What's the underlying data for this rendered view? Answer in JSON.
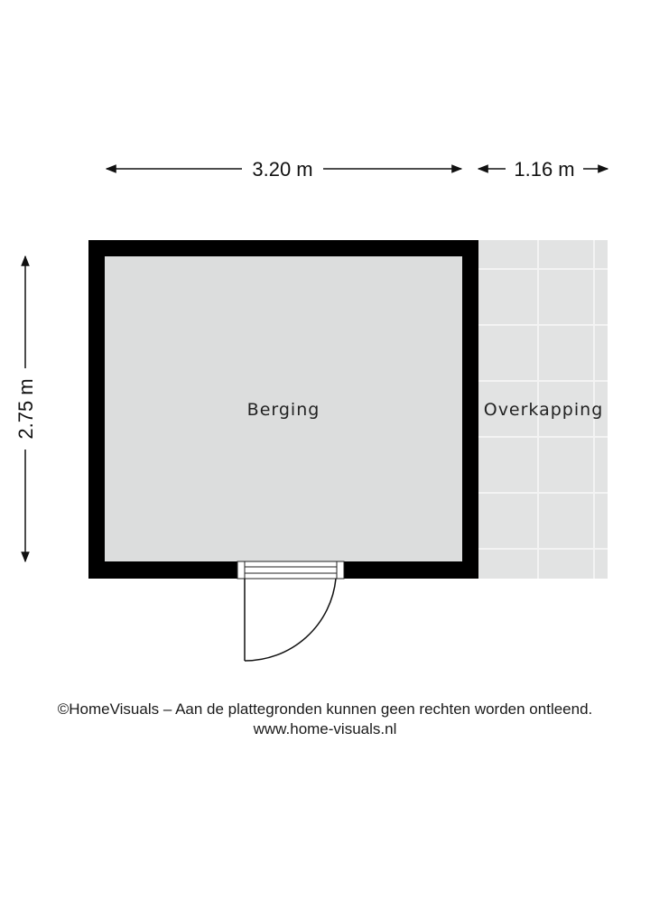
{
  "dimensions": {
    "width_main": "3.20 m",
    "width_side": "1.16 m",
    "height": "2.75 m"
  },
  "rooms": {
    "main": "Berging",
    "side": "Overkapping"
  },
  "footer": {
    "copyright": "©HomeVisuals – Aan de plattegronden kunnen geen rechten worden ontleend.",
    "website": "www.home-visuals.nl"
  },
  "colors": {
    "wall": "#000000",
    "room_fill": "#dcdddd",
    "tile_fill": "#e2e3e3",
    "tile_line": "#f1f1f1"
  }
}
